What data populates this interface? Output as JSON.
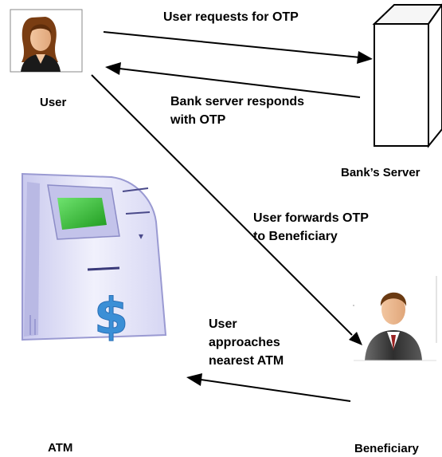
{
  "nodes": {
    "user": {
      "label": "User"
    },
    "bank_server": {
      "label": "Bank’s Server"
    },
    "atm": {
      "label": "ATM"
    },
    "beneficiary": {
      "label": "Beneficiary"
    }
  },
  "edges": {
    "request_otp": {
      "label": "User requests for OTP"
    },
    "respond_otp": {
      "label": "Bank server responds\nwith OTP"
    },
    "forward_otp": {
      "label": "User forwards OTP\nto Beneficiary"
    },
    "approach_atm": {
      "label": "User\napproaches\nnearest ATM"
    }
  },
  "colors": {
    "atm_body": "#dcdcf5",
    "atm_screen": "#2fb52f",
    "atm_symbol": "#3b8fd6",
    "server_face": "#ffffff",
    "user_hair": "#7a3d12",
    "beneficiary_suit": "#3a3a3a"
  },
  "icons": [
    "user-icon",
    "server-icon",
    "atm-icon",
    "beneficiary-icon"
  ]
}
